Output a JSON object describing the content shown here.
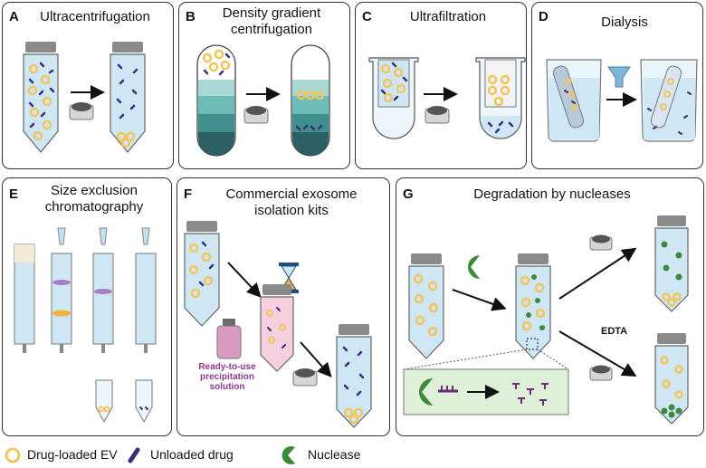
{
  "panels": {
    "a": {
      "letter": "A",
      "title": "Ultracentrifugation"
    },
    "b": {
      "letter": "B",
      "title_line1": "Density gradient",
      "title_line2": "centrifugation"
    },
    "c": {
      "letter": "C",
      "title": "Ultrafiltration"
    },
    "d": {
      "letter": "D",
      "title": "Dialysis"
    },
    "e": {
      "letter": "E",
      "title_line1": "Size exclusion",
      "title_line2": "chromatography"
    },
    "f": {
      "letter": "F",
      "title_line1": "Commercial exosome",
      "title_line2": "isolation kits",
      "kit_line1": "Ready-to-use",
      "kit_line2": "precipitation",
      "kit_line3": "solution"
    },
    "g": {
      "letter": "G",
      "title": "Degradation by nucleases",
      "edta": "EDTA"
    }
  },
  "legend": {
    "ev": "Drug-loaded EV",
    "drug": "Unloaded drug",
    "nuclease": "Nuclease"
  },
  "colors": {
    "ev": "#f2c55c",
    "drug": "#3b2d7a",
    "nuclease": "#3a8a3a",
    "liquid": "#cfe7f5",
    "border": "#333333",
    "kit_text": "#8e3a8e"
  }
}
